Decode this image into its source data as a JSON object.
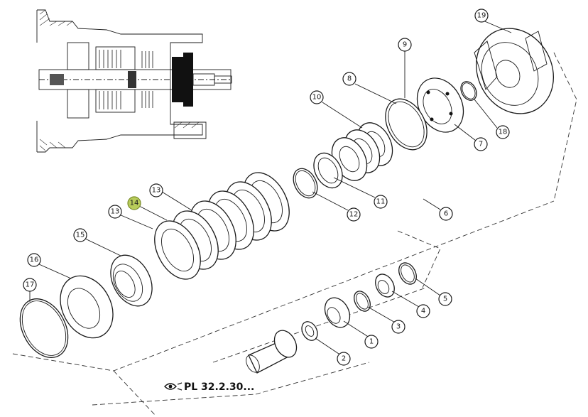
{
  "diagram": {
    "reference_label": "PL 32.2.30...",
    "reference_icon": "eye-key-icon",
    "highlight_color": "#b8cc5a",
    "callouts": [
      {
        "id": "c1",
        "text": "1",
        "highlight": false
      },
      {
        "id": "c2",
        "text": "2",
        "highlight": false
      },
      {
        "id": "c3",
        "text": "3",
        "highlight": false
      },
      {
        "id": "c4",
        "text": "4",
        "highlight": false
      },
      {
        "id": "c5",
        "text": "5",
        "highlight": false
      },
      {
        "id": "c6",
        "text": "6",
        "highlight": false
      },
      {
        "id": "c7",
        "text": "7",
        "highlight": false
      },
      {
        "id": "c8",
        "text": "8",
        "highlight": false
      },
      {
        "id": "c9",
        "text": "9",
        "highlight": false
      },
      {
        "id": "c10",
        "text": "10",
        "highlight": false
      },
      {
        "id": "c11",
        "text": "11",
        "highlight": false
      },
      {
        "id": "c12",
        "text": "12",
        "highlight": false
      },
      {
        "id": "c13a",
        "text": "13",
        "highlight": false
      },
      {
        "id": "c13b",
        "text": "13",
        "highlight": false
      },
      {
        "id": "c14",
        "text": "14",
        "highlight": true
      },
      {
        "id": "c15",
        "text": "15",
        "highlight": false
      },
      {
        "id": "c16",
        "text": "16",
        "highlight": false
      },
      {
        "id": "c17",
        "text": "17",
        "highlight": false
      },
      {
        "id": "c18",
        "text": "18",
        "highlight": false
      },
      {
        "id": "c19",
        "text": "19",
        "highlight": false
      }
    ]
  }
}
